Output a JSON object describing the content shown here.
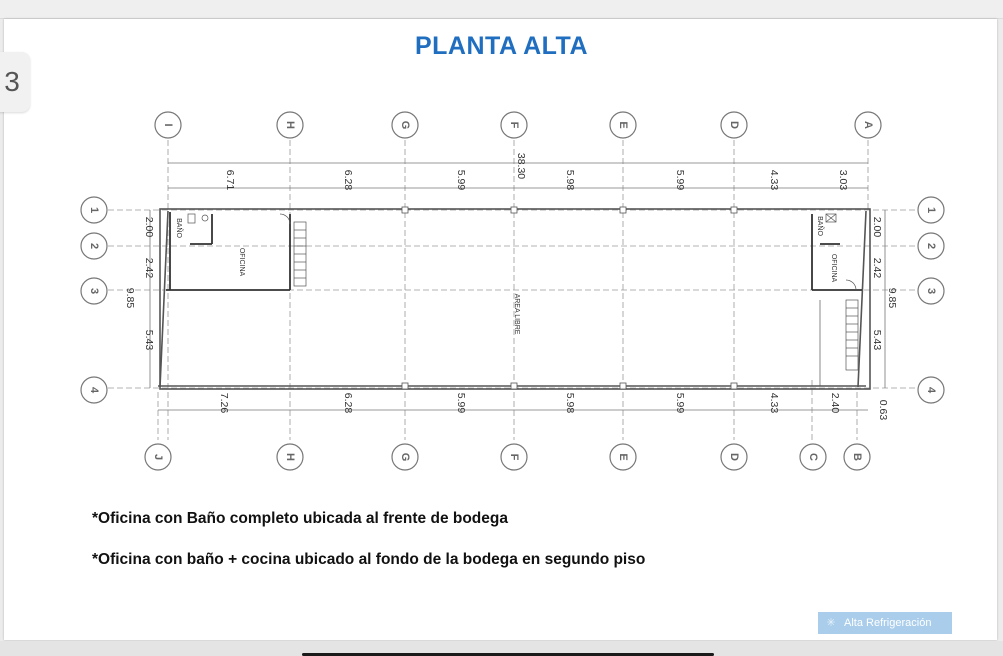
{
  "page": {
    "indicator": "3"
  },
  "title": "PLANTA ALTA",
  "plan": {
    "top_axes": [
      "I",
      "H",
      "G",
      "F",
      "E",
      "D",
      "A"
    ],
    "bottom_axes": [
      "J",
      "H",
      "G",
      "F",
      "E",
      "D",
      "C",
      "B"
    ],
    "row_axes": [
      "1",
      "2",
      "3",
      "4"
    ],
    "top_total": "38.30",
    "top_dims": [
      "6.71",
      "6.28",
      "5.99",
      "5.98",
      "5.99",
      "4.33",
      "3.03"
    ],
    "bottom_dims": [
      "7.26",
      "6.28",
      "5.99",
      "5.98",
      "5.99",
      "4.33",
      "2.40",
      "0.63"
    ],
    "left_dims": [
      "2.00",
      "2.42",
      "5.43"
    ],
    "left_total": "9.85",
    "right_dims": [
      "2.00",
      "2.42",
      "5.43"
    ],
    "right_total": "9.85",
    "rooms": {
      "left_office": "OFICINA",
      "left_bath": "BAÑO",
      "right_office": "OFICINA",
      "right_bath": "BAÑO",
      "center": "AREA LIBRE"
    }
  },
  "notes": [
    "*Oficina con Baño completo ubicada al frente de bodega",
    "*Oficina con baño + cocina ubicado al fondo de la bodega en segundo piso"
  ],
  "brand": {
    "label": "Alta Refrigeración",
    "logo_icon": "snowflake-icon"
  }
}
